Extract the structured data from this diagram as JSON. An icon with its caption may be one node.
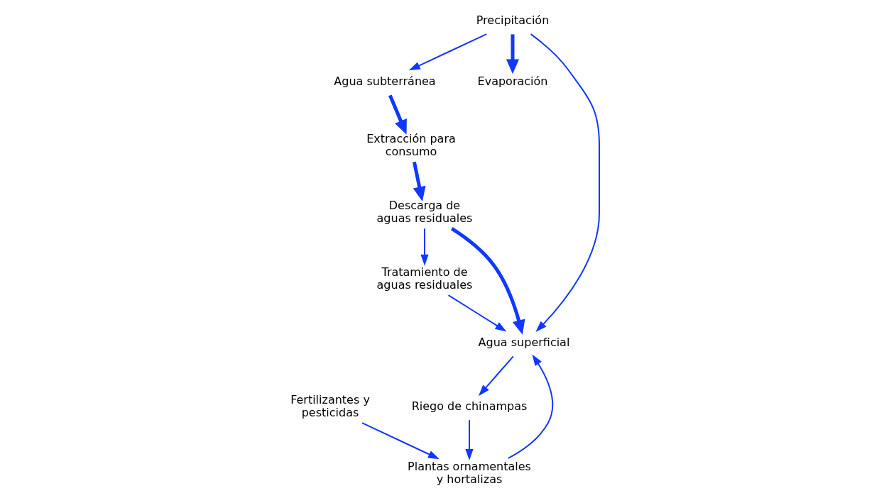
{
  "diagram": {
    "nodes": [
      {
        "text": [
          "Agua subterránea"
        ]
      },
      {
        "text": [
          "Extracción para consumo"
        ]
      },
      {
        "text": [
          "Precipitación"
        ]
      },
      {
        "text": [
          "Tratamiento de aguas residuales"
        ]
      },
      {
        "text": [
          "Descarga de aguas residuales"
        ]
      },
      {
        "text": [
          "Evaporación"
        ]
      },
      {
        "text": [
          "Fertilizantes y pesticidas"
        ]
      },
      {
        "text": [
          "Agua superficial"
        ]
      },
      {
        "text": [
          "Riego de chinampas"
        ]
      },
      {
        "text": [
          "Plantas ornamentales y hortalizas"
        ]
      }
    ],
    "edges": [
      {
        "from": 2,
        "to": 0,
        "arrow": "to"
      },
      {
        "from": 0,
        "to": 1,
        "arrow": "to",
        "style": "thick"
      },
      {
        "from": 1,
        "to": 4,
        "arrow": "to",
        "style": "thick"
      },
      {
        "from": 4,
        "to": 3,
        "arrow": "to"
      },
      {
        "from": 2,
        "to": 5,
        "arrow": "to",
        "style": "thick"
      },
      {
        "from": 2,
        "to": 7,
        "arrow": "to"
      },
      {
        "from": 3,
        "to": 7,
        "arrow": "to"
      },
      {
        "from": 4,
        "to": 7,
        "arrow": "to",
        "style": "thick"
      },
      {
        "from": 7,
        "to": 8,
        "arrow": "to"
      },
      {
        "from": 8,
        "to": 9,
        "arrow": "to"
      },
      {
        "from": 6,
        "to": 9,
        "arrow": "to"
      },
      {
        "from": 9,
        "to": 7,
        "arrow": "to"
      }
    ]
  }
}
